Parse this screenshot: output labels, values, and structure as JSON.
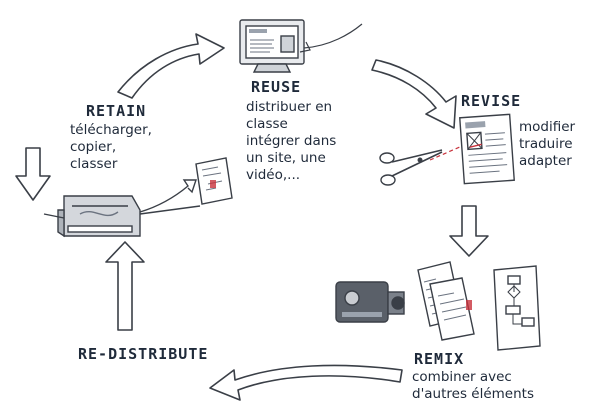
{
  "colors": {
    "ink": "#1f2a3a",
    "sketch": "#3a3f47",
    "accent_red": "#c8323c",
    "paper": "#ffffff",
    "shade": "#c9ccd1"
  },
  "stages": {
    "retain": {
      "title": "RETAIN",
      "desc": [
        "télécharger,",
        "copier,",
        "classer"
      ]
    },
    "reuse": {
      "title": "REUSE",
      "desc": [
        "distribuer en",
        "classe",
        "intégrer dans",
        "un site, une",
        "vidéo,..."
      ]
    },
    "revise": {
      "title": "REVISE",
      "desc": [
        "modifier",
        "traduire",
        "adapter"
      ]
    },
    "remix": {
      "title": "REMIX",
      "desc": [
        "combiner avec",
        "d'autres éléments"
      ]
    },
    "redistribute": {
      "title": "RE-DISTRIBUTE"
    }
  },
  "icons": {
    "retain": "printer-scanner-icon",
    "reuse": "computer-monitor-icon",
    "revise": "scissors-document-icon",
    "remix": "video-camera-documents-icon"
  }
}
